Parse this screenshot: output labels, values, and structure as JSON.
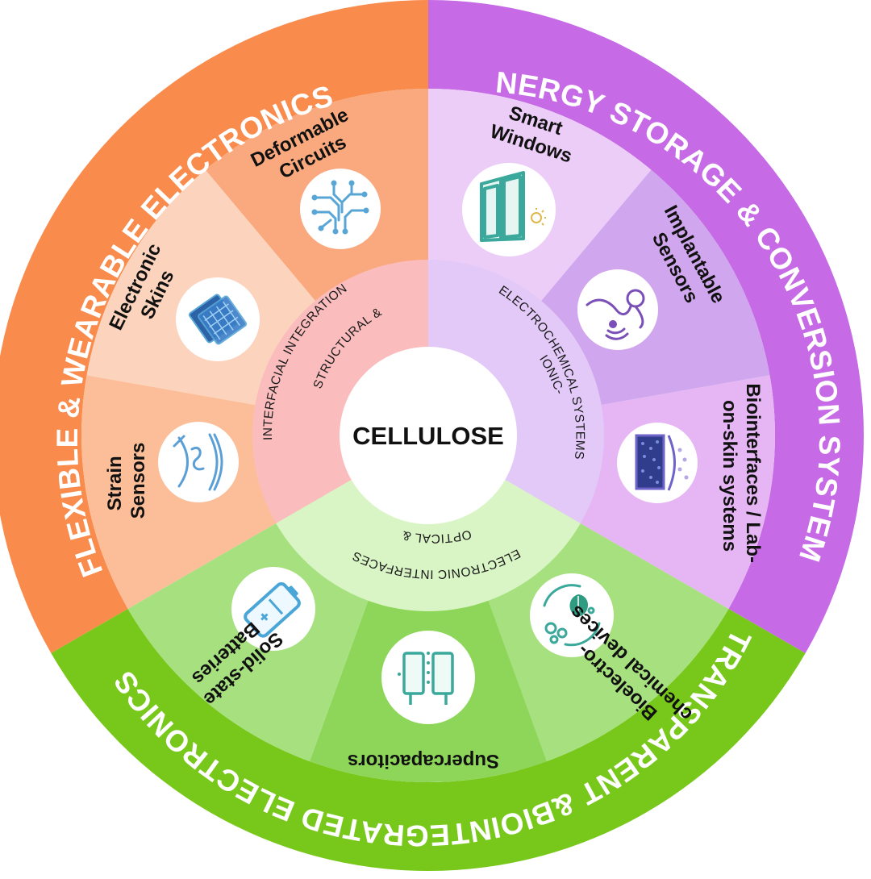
{
  "center": {
    "label": "CELLULOSE"
  },
  "outer_ring": [
    {
      "label": "FLEXIBLE & WEARABLE ELECTRONICS",
      "color": "#f98b4c"
    },
    {
      "label": "ENERGY STORAGE & CONVERSION SYSTEMS",
      "color": "#c66ae6"
    },
    {
      "label": "TRANSPARENT &BIOINTEGRATED ELECTRONICS",
      "color": "#78c81b"
    }
  ],
  "inner_ring": [
    {
      "lines": [
        "STRUCTURAL &",
        "INTERFACIAL INTEGRATION"
      ],
      "color": "#fbbcbd"
    },
    {
      "lines": [
        "IONIC-",
        "ELECTROCHEMICAL SYSTEMS"
      ],
      "color": "#e2c9f7"
    },
    {
      "lines": [
        "OPTICAL &",
        "ELECTRONIC INTERFACES"
      ],
      "color": "#d9f5c5"
    }
  ],
  "applications": [
    {
      "lines": [
        "Deformable",
        "Circuits"
      ],
      "icon": "circuit-icon",
      "color": "#f9a97d"
    },
    {
      "lines": [
        "Electronic",
        "Skins"
      ],
      "icon": "electronic-skin-icon",
      "color": "#fcd4bd"
    },
    {
      "lines": [
        "Strain",
        "Sensors"
      ],
      "icon": "strain-sensor-icon",
      "color": "#fbbe99"
    },
    {
      "lines": [
        "Smart",
        "Windows"
      ],
      "icon": "smart-window-icon",
      "color": "#eccdf8"
    },
    {
      "lines": [
        "Implantable",
        "Sensors"
      ],
      "icon": "implantable-sensor-icon",
      "color": "#d0a7ee"
    },
    {
      "lines": [
        "Biointerfaces / Lab-",
        "on-skin systems"
      ],
      "icon": "biointerface-icon",
      "color": "#e6b5f3"
    },
    {
      "lines": [
        "Bioelectro-",
        "chemical devices"
      ],
      "icon": "bioelectrochemical-icon",
      "color": "#a6e07f"
    },
    {
      "lines": [
        "Supercapacitors"
      ],
      "icon": "supercapacitor-icon",
      "color": "#8dd65a"
    },
    {
      "lines": [
        "Solid-state",
        "Batteries"
      ],
      "icon": "battery-icon",
      "color": "#a6e07f"
    }
  ]
}
